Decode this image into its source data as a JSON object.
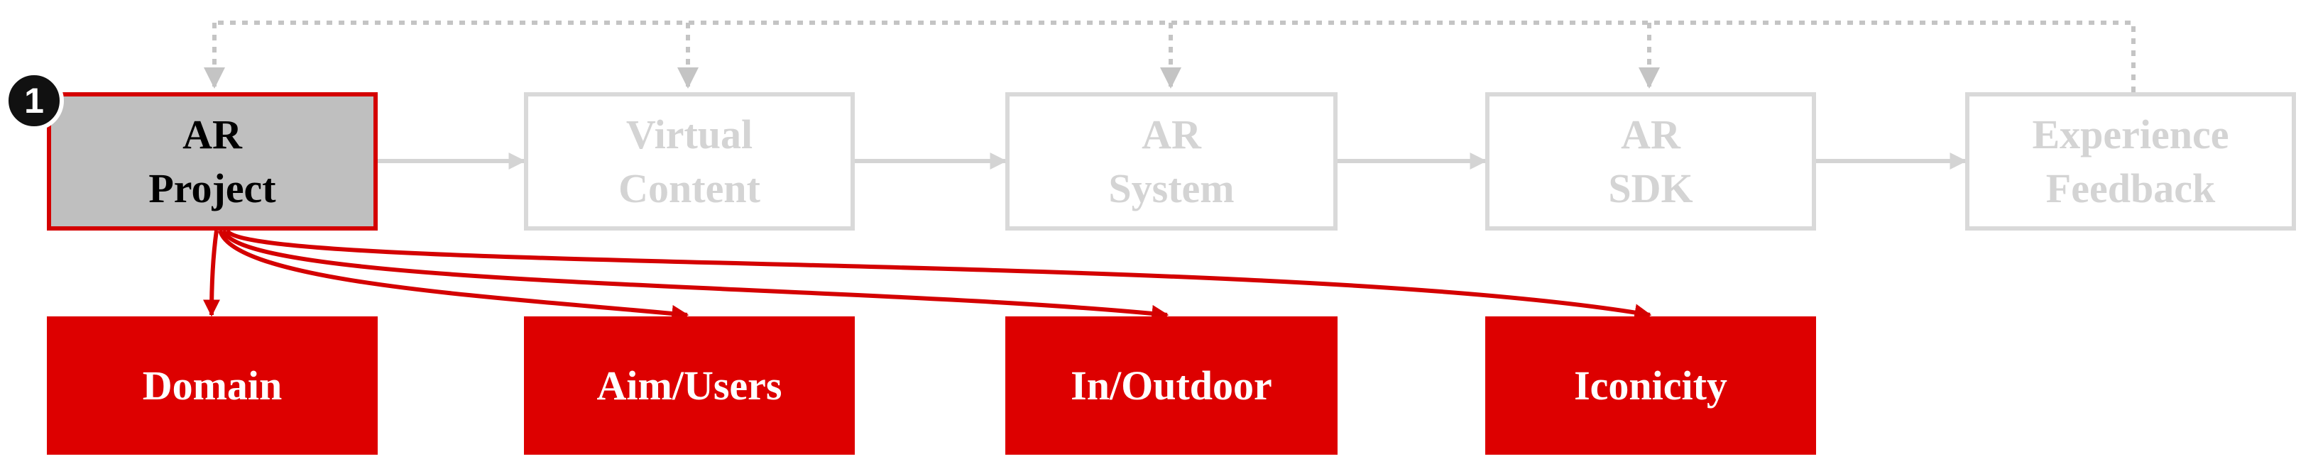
{
  "steps": [
    {
      "line1": "AR",
      "line2": "Project"
    },
    {
      "line1": "Virtual",
      "line2": "Content"
    },
    {
      "line1": "AR",
      "line2": "System"
    },
    {
      "line1": "AR",
      "line2": "SDK"
    },
    {
      "line1": "Experience",
      "line2": "Feedback"
    }
  ],
  "badge": "1",
  "sub_items": [
    "Domain",
    "Aim/Users",
    "In/Outdoor",
    "Iconicity"
  ],
  "colors": {
    "accent_red": "#dd0000",
    "active_fill": "#bfbfbf",
    "faded_border": "#d9d9d9",
    "faded_text": "#d4d4d4",
    "dotted_line": "#c4c4c4"
  }
}
